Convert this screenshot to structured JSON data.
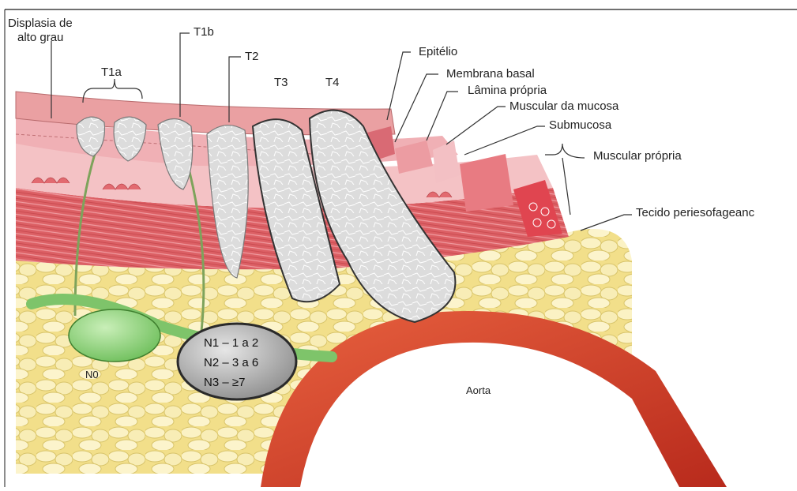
{
  "labels": {
    "displasia_line1": "Displasia de",
    "displasia_line2": "alto grau",
    "t1a": "T1a",
    "t1b": "T1b",
    "t2": "T2",
    "t3": "T3",
    "t4": "T4",
    "epitelio": "Epitélio",
    "membrana_basal": "Membrana basal",
    "lamina_propria": "Lâmina própria",
    "muscular_mucosa": "Muscular da mucosa",
    "submucosa": "Submucosa",
    "muscular_propria": "Muscular própria",
    "tecido": "Tecido periesofageanc",
    "n0": "N0",
    "aorta": "Aorta"
  },
  "nodes": {
    "n1": "N1 – 1 a 2",
    "n2": "N2 – 3 a 6",
    "n3": "N3 – ≥7"
  },
  "colors": {
    "epithelium": "#e9a3a3",
    "submucosa": "#f4c0c4",
    "muscle": "#d95a5e",
    "fat": "#f3e59a",
    "node_green": "#8fd07a",
    "tumor": "#d8d8d8",
    "aorta": "#d9442c"
  }
}
